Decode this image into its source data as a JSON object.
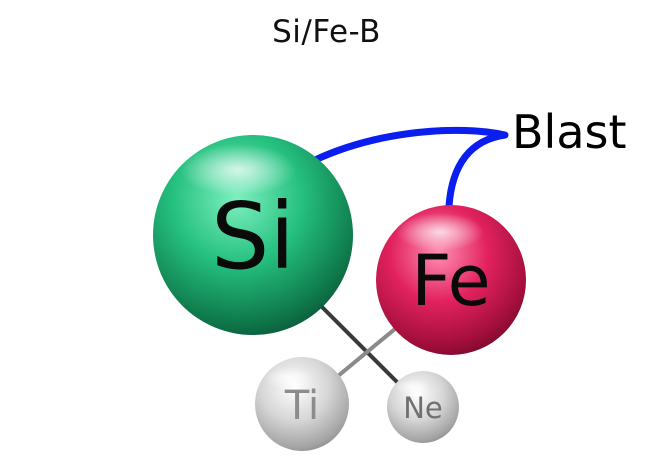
{
  "title": "Si/Fe-B",
  "annotation": {
    "label": "Blast",
    "color": "#0a1ef0"
  },
  "atoms": [
    {
      "id": "si",
      "symbol": "Si",
      "color": "#22b87a",
      "size": "large"
    },
    {
      "id": "fe",
      "symbol": "Fe",
      "color": "#d81b57",
      "size": "medium"
    },
    {
      "id": "ti",
      "symbol": "Ti",
      "color": "#cfcfcf",
      "size": "small"
    },
    {
      "id": "ne",
      "symbol": "Ne",
      "color": "#cfcfcf",
      "size": "small"
    }
  ],
  "bonds": [
    {
      "from": "si",
      "to": "ne",
      "color": "#3a3a3a"
    },
    {
      "from": "fe",
      "to": "ti",
      "color": "#8a8a8a"
    }
  ]
}
